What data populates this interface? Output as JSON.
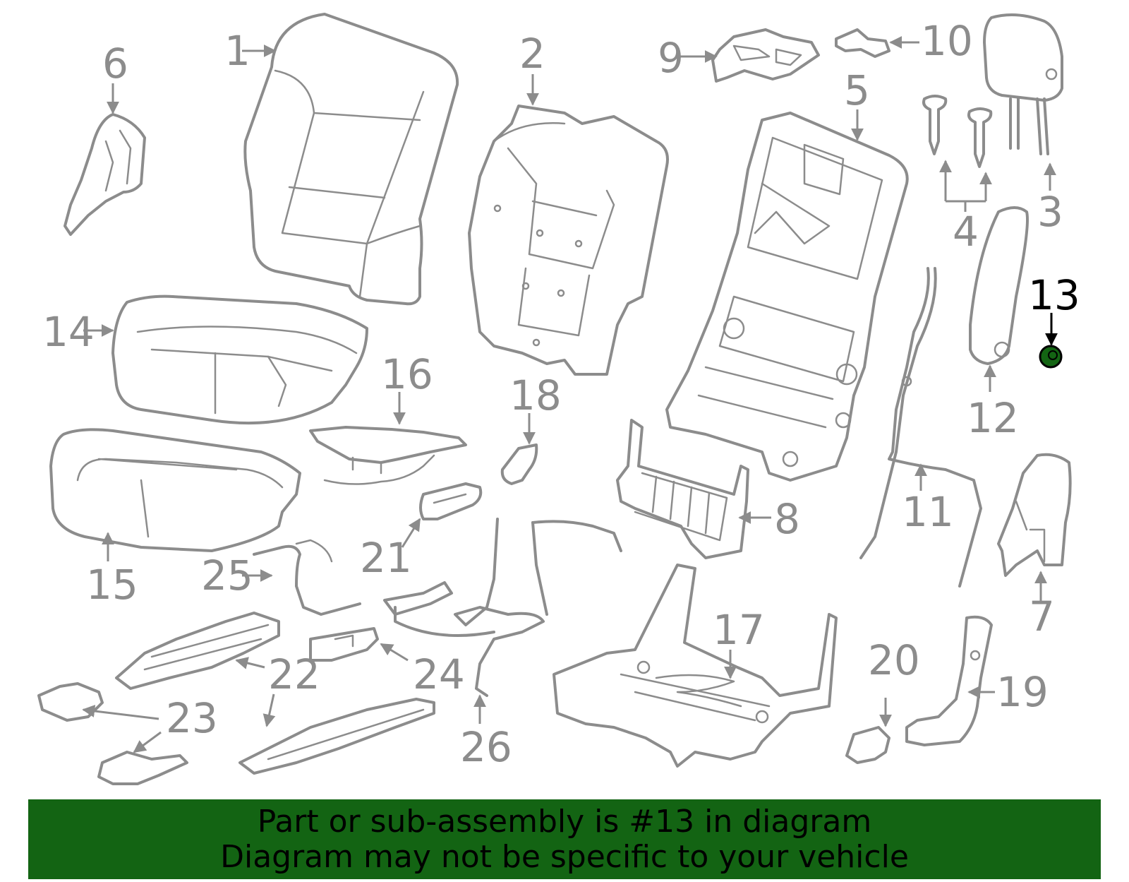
{
  "highlight_color": "#136413",
  "banner": {
    "line1": "Part or sub-assembly is #13 in diagram",
    "line2": "Diagram may not be specific to your vehicle"
  },
  "labels": [
    "1",
    "2",
    "3",
    "4",
    "5",
    "6",
    "7",
    "8",
    "9",
    "10",
    "11",
    "12",
    "13",
    "14",
    "15",
    "16",
    "17",
    "18",
    "19",
    "20",
    "21",
    "22",
    "23",
    "24",
    "25",
    "26"
  ],
  "highlighted_part": "13"
}
